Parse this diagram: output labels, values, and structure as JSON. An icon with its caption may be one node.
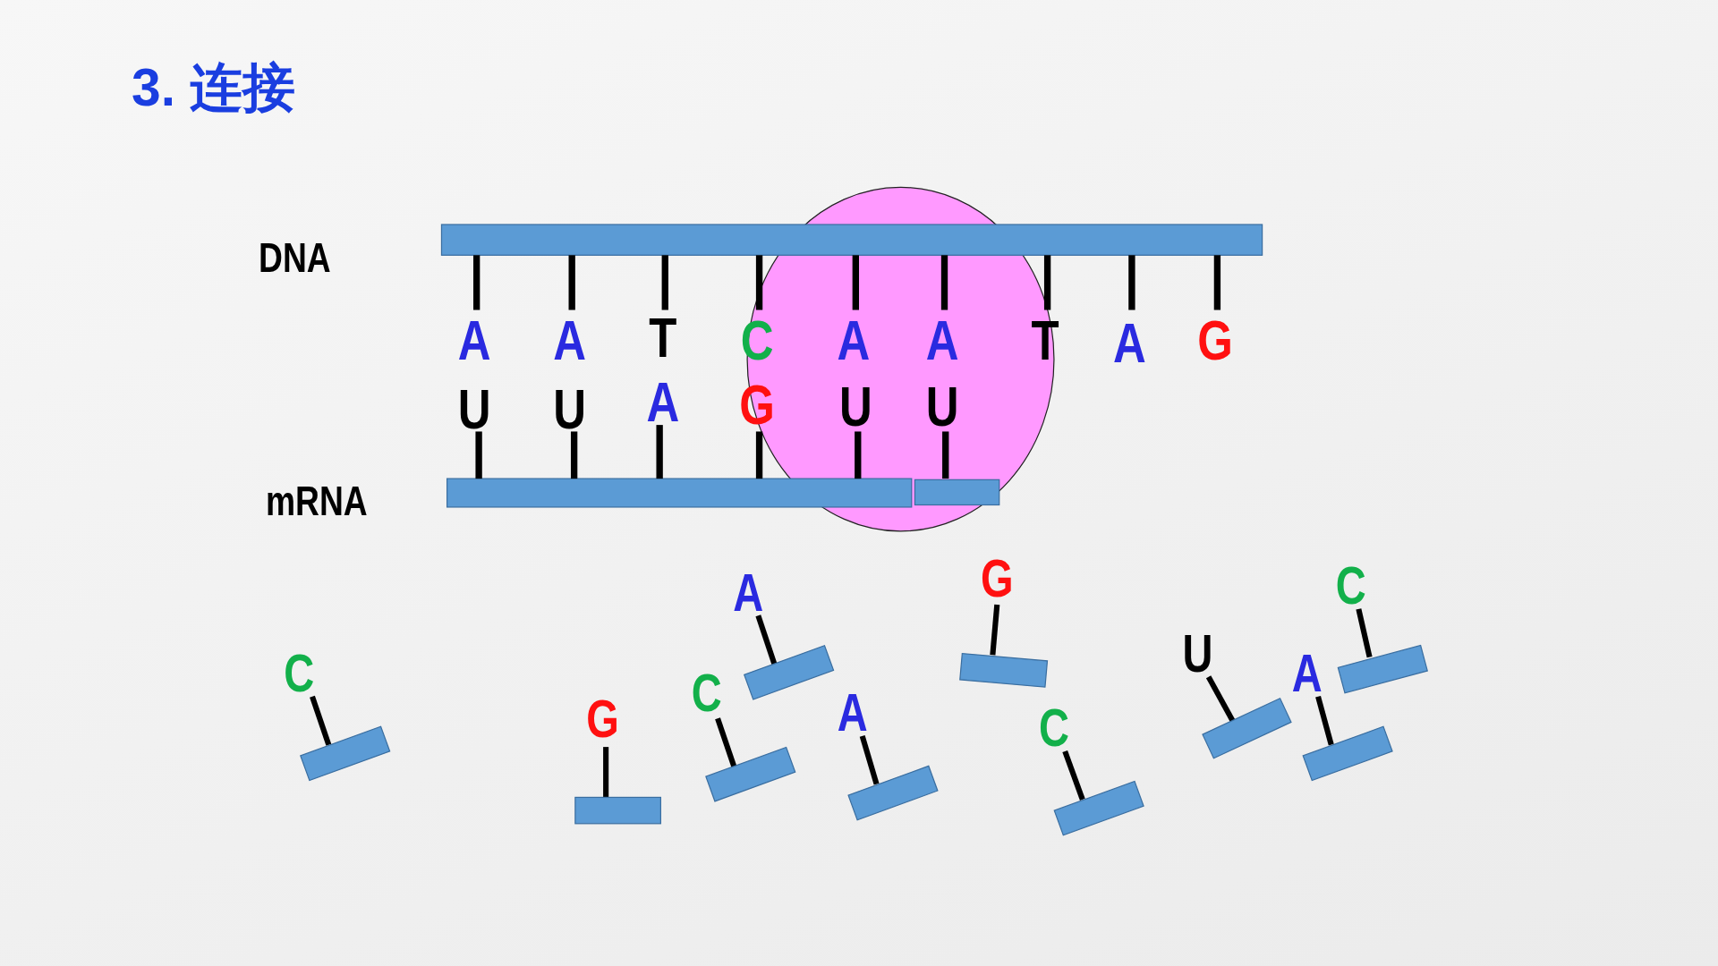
{
  "diagram": {
    "title": "3. 连接",
    "labels": [
      "DNA",
      "A",
      "A",
      "T",
      "C",
      "A",
      "A",
      "T",
      "A",
      "G",
      "U",
      "U",
      "A",
      "G",
      "U",
      "U",
      "mRNA",
      "C",
      "G",
      "C",
      "A",
      "A",
      "G",
      "C",
      "U",
      "A",
      "C"
    ]
  }
}
